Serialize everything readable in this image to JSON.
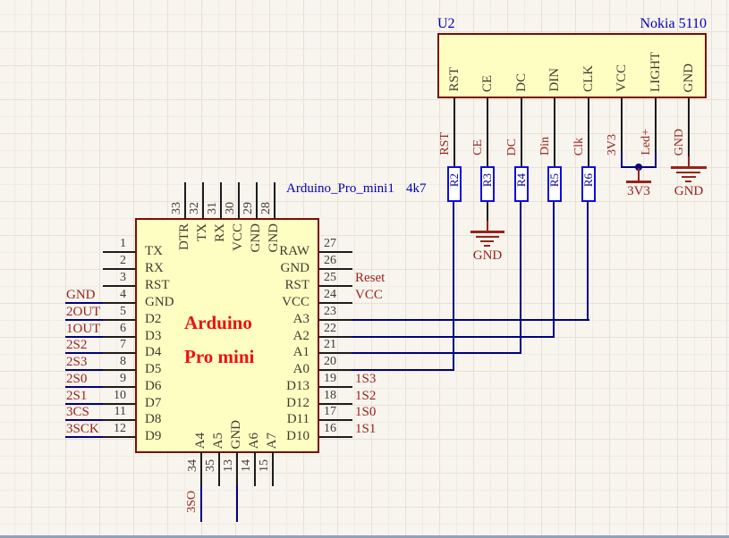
{
  "colors": {
    "wire": "#000080",
    "pin": "#1c1c1c",
    "net_label": "#97231c",
    "component_border": "#7a0d05",
    "component_fill": "#fffec2",
    "designator_blue": "#0000b4",
    "resistor_outline": "#0c0ce0",
    "body_comment_red": "#ee1111"
  },
  "nokia": {
    "designator": "U2",
    "comment": "Nokia 5110",
    "pins": [
      {
        "name": "RST",
        "net": "RST"
      },
      {
        "name": "CE",
        "net": "CE"
      },
      {
        "name": "DC",
        "net": "DC"
      },
      {
        "name": "DIN",
        "net": "Din"
      },
      {
        "name": "CLK",
        "net": "Clk"
      },
      {
        "name": "VCC",
        "net": "3V3"
      },
      {
        "name": "LIGHT",
        "net": "Led+"
      },
      {
        "name": "GND",
        "net": "GND"
      }
    ]
  },
  "resistors": {
    "value_label": "4k7",
    "items": [
      {
        "ref": "R2"
      },
      {
        "ref": "R3"
      },
      {
        "ref": "R4"
      },
      {
        "ref": "R5"
      },
      {
        "ref": "R6"
      }
    ]
  },
  "power": {
    "gnd_mid": "GND",
    "rail_3v3": "3V3",
    "gnd_right": "GND"
  },
  "arduino": {
    "comment": "Arduino_Pro_mini1",
    "body_title_1": "Arduino",
    "body_title_2": "Pro mini",
    "top_pins": [
      {
        "num": "33",
        "name": "DTR"
      },
      {
        "num": "32",
        "name": "TX"
      },
      {
        "num": "31",
        "name": "RX"
      },
      {
        "num": "30",
        "name": "VCC"
      },
      {
        "num": "29",
        "name": "GND"
      },
      {
        "num": "28",
        "name": "GND"
      }
    ],
    "left_pins": [
      {
        "num": "1",
        "name": "TX",
        "net": ""
      },
      {
        "num": "2",
        "name": "RX",
        "net": ""
      },
      {
        "num": "3",
        "name": "RST",
        "net": ""
      },
      {
        "num": "4",
        "name": "GND",
        "net": "GND"
      },
      {
        "num": "5",
        "name": "D2",
        "net": "2OUT"
      },
      {
        "num": "6",
        "name": "D3",
        "net": "1OUT"
      },
      {
        "num": "7",
        "name": "D4",
        "net": "2S2"
      },
      {
        "num": "8",
        "name": "D5",
        "net": "2S3"
      },
      {
        "num": "9",
        "name": "D6",
        "net": "2S0"
      },
      {
        "num": "10",
        "name": "D7",
        "net": "2S1"
      },
      {
        "num": "11",
        "name": "D8",
        "net": "3CS"
      },
      {
        "num": "12",
        "name": "D9",
        "net": "3SCK"
      }
    ],
    "right_pins": [
      {
        "num": "27",
        "name": "RAW",
        "net": ""
      },
      {
        "num": "26",
        "name": "GND",
        "net": ""
      },
      {
        "num": "25",
        "name": "RST",
        "net": "Reset"
      },
      {
        "num": "24",
        "name": "VCC",
        "net": "VCC"
      },
      {
        "num": "23",
        "name": "A3",
        "net": ""
      },
      {
        "num": "22",
        "name": "A2",
        "net": ""
      },
      {
        "num": "21",
        "name": "A1",
        "net": ""
      },
      {
        "num": "20",
        "name": "A0",
        "net": ""
      },
      {
        "num": "19",
        "name": "D13",
        "net": "1S3"
      },
      {
        "num": "18",
        "name": "D12",
        "net": "1S2"
      },
      {
        "num": "17",
        "name": "D11",
        "net": "1S0"
      },
      {
        "num": "16",
        "name": "D10",
        "net": "1S1"
      }
    ],
    "bottom_pins": [
      {
        "num": "34",
        "name": "A4",
        "net": "3SO"
      },
      {
        "num": "35",
        "name": "A5",
        "net": ""
      },
      {
        "num": "13",
        "name": "GND",
        "net": ""
      },
      {
        "num": "14",
        "name": "A6",
        "net": ""
      },
      {
        "num": "15",
        "name": "A7",
        "net": ""
      }
    ]
  }
}
